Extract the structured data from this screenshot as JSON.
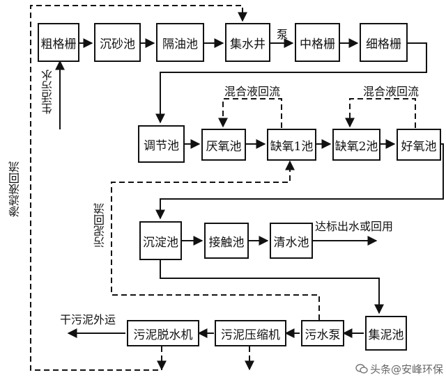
{
  "nodes": {
    "coarse_screen": "粗格栅",
    "grit_chamber": "沉砂池",
    "oil_separator": "隔油池",
    "sump_well": "集水井",
    "medium_screen": "中格栅",
    "fine_screen": "细格栅",
    "equalization_tank": "调节池",
    "anaerobic_tank": "厌氧池",
    "anoxic_tank_1": "缺氧1池",
    "anoxic_tank_2": "缺氧2池",
    "aerobic_tank": "好氧池",
    "sedimentation_tank": "沉淀池",
    "contact_tank": "接触池",
    "clear_water_tank": "清水池",
    "sludge_collection_tank": "集泥池",
    "sewage_pump": "污水泵",
    "sludge_thickener": "污泥压缩机",
    "sludge_dewatering_machine": "污泥脱水机"
  },
  "labels": {
    "pump": "泵",
    "domestic_sewage": "生活污水",
    "mixed_liquor_return_1": "混合液回流",
    "mixed_liquor_return_2": "混合液回流",
    "leachate_return": "渗滤液回流",
    "sludge_return": "污泥回流",
    "effluent": "达标出水或回用",
    "dry_sludge_out": "干污泥外运"
  },
  "watermark": "头条@安峰环保"
}
